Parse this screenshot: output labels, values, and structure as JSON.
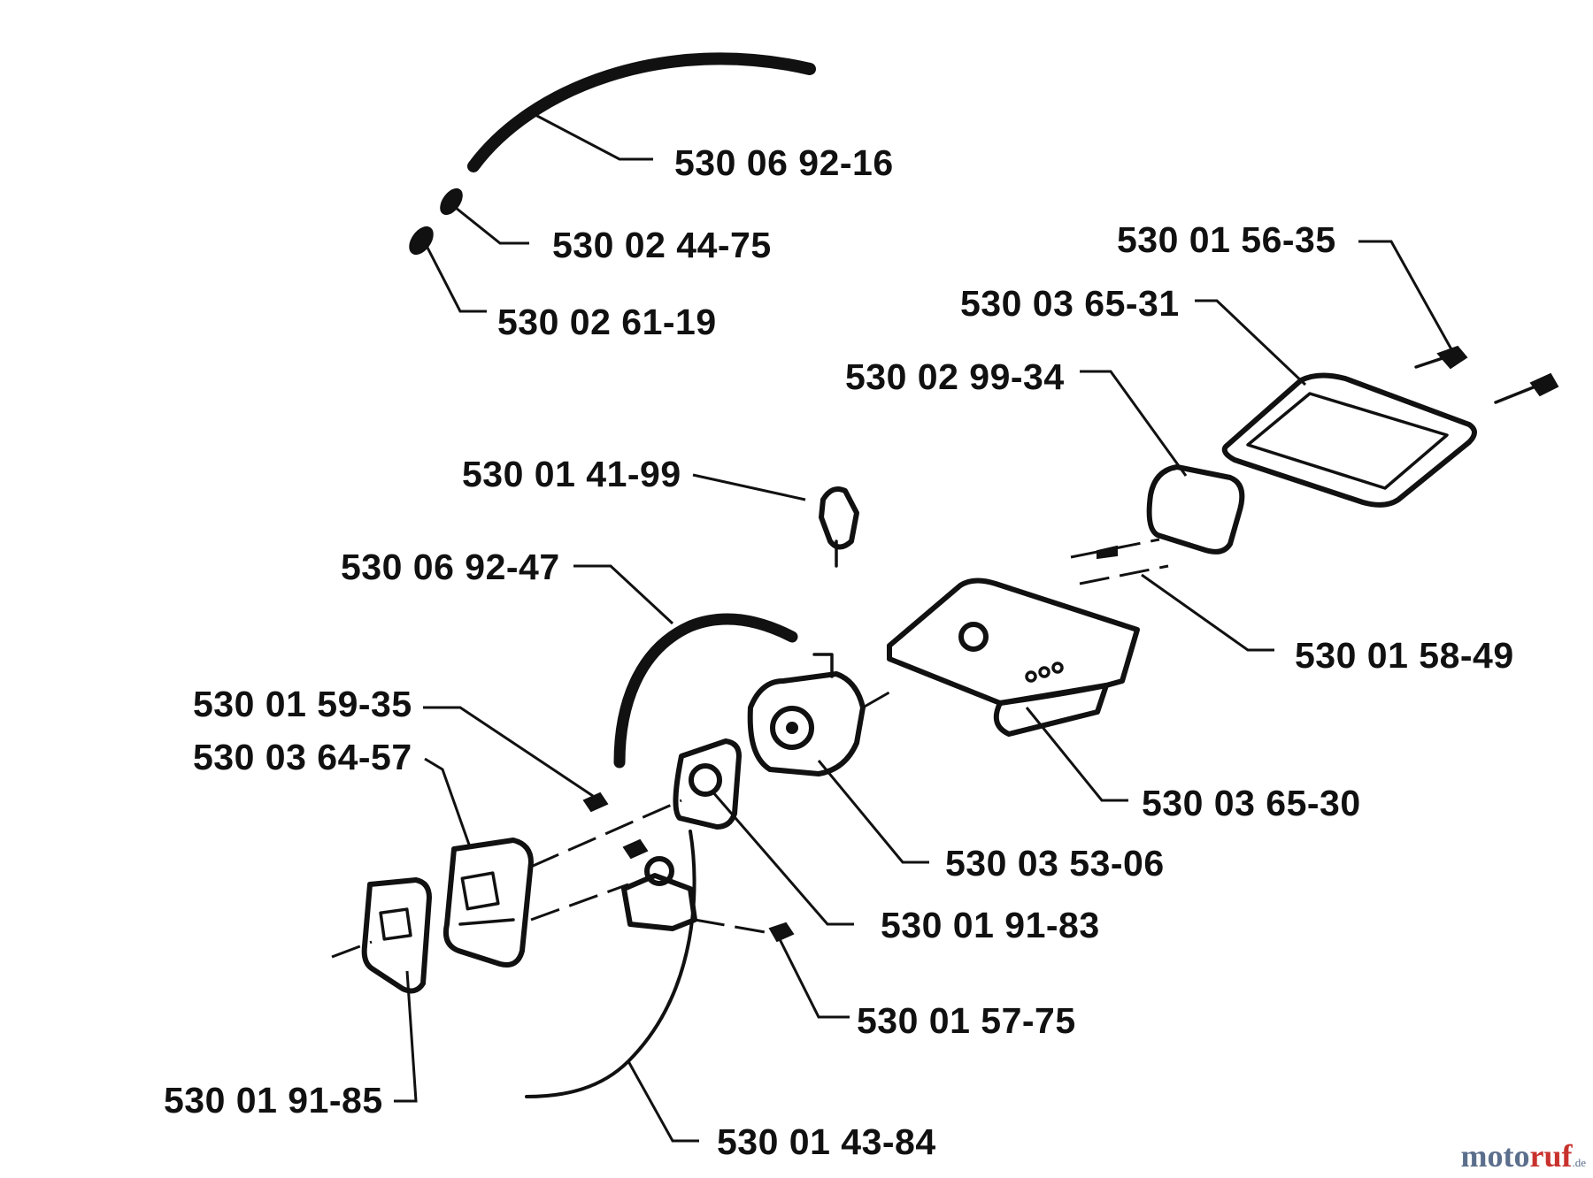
{
  "parts": [
    {
      "id": "530 06 92-16"
    },
    {
      "id": "530 02 44-75"
    },
    {
      "id": "530 02 61-19"
    },
    {
      "id": "530 01 56-35"
    },
    {
      "id": "530 03 65-31"
    },
    {
      "id": "530 02 99-34"
    },
    {
      "id": "530 01 41-99"
    },
    {
      "id": "530 06 92-47"
    },
    {
      "id": "530 01 58-49"
    },
    {
      "id": "530 01 59-35"
    },
    {
      "id": "530 03 64-57"
    },
    {
      "id": "530 03 65-30"
    },
    {
      "id": "530 03 53-06"
    },
    {
      "id": "530 01 91-83"
    },
    {
      "id": "530 01 57-75"
    },
    {
      "id": "530 01 91-85"
    },
    {
      "id": "530 01 43-84"
    }
  ],
  "watermark": {
    "brand_a": "moto",
    "brand_b": "ruf",
    "tld": ".de"
  }
}
